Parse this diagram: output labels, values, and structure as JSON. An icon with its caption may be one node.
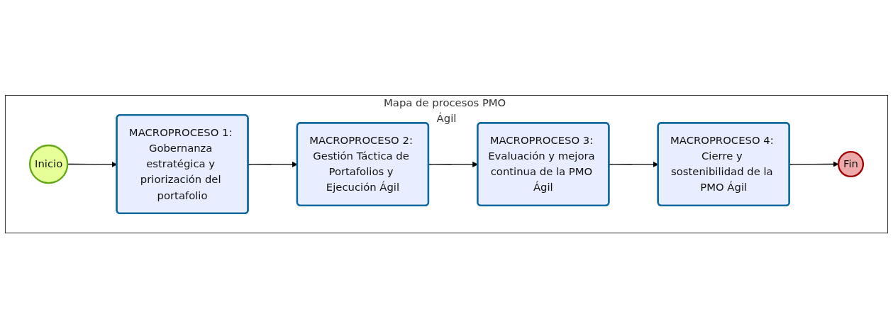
{
  "diagram": {
    "nodes": [
      {
        "text": [
          "Mapa de procesos PMO Ágil"
        ]
      },
      {
        "text": [
          "Inicio"
        ],
        "in": 0
      },
      {
        "text": [
          "MACROPROCESO 1: Gobernanza estratégica y priorización del portafolio"
        ],
        "in": 0
      },
      {
        "text": [
          "MACROPROCESO 2: Gestión Táctica de Portafolios y Ejecución Ágil"
        ],
        "in": 0
      },
      {
        "text": [
          "MACROPROCESO 3: Evaluación y mejora continua de la PMO Ágil"
        ],
        "in": 0
      },
      {
        "text": [
          "MACROPROCESO 4: Cierre y sostenibilidad de la PMO Ágil"
        ],
        "in": 0
      },
      {
        "text": [
          "Fin"
        ],
        "in": 0
      }
    ],
    "edges": [
      {
        "from": 1,
        "to": 2,
        "arrow": "to"
      },
      {
        "from": 2,
        "to": 3,
        "arrow": "to"
      },
      {
        "from": 3,
        "to": 4,
        "arrow": "to"
      },
      {
        "from": 4,
        "to": 5,
        "arrow": "to"
      },
      {
        "from": 5,
        "to": 6,
        "arrow": "to"
      }
    ]
  }
}
